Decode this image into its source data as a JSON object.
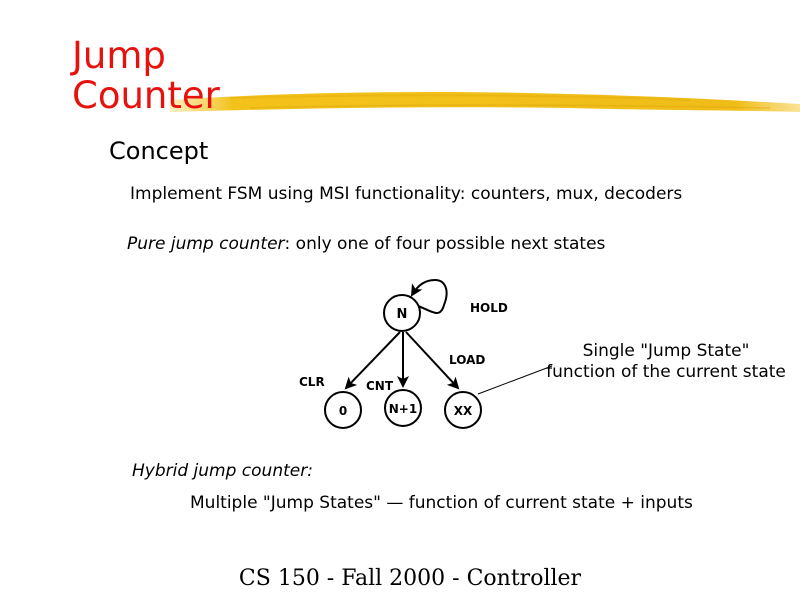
{
  "slide": {
    "title_line1": "Jump",
    "title_line2": "Counter",
    "heading": "Concept",
    "bullet1": "Implement FSM using MSI functionality: counters, mux, decoders",
    "bullet2_italic": "Pure jump counter",
    "bullet2_rest": ": only one of four possible next states",
    "hybrid_heading": "Hybrid jump counter:",
    "hybrid_detail": "Multiple \"Jump States\" — function of current state + inputs",
    "footer": "CS 150 - Fall 2000 - Controller",
    "colors": {
      "title": "#e8120c",
      "brush_stroke": "#f2c21a",
      "text": "#000000"
    }
  },
  "diagram": {
    "states": {
      "current": "N",
      "clear": "0",
      "count": "N+1",
      "load": "XX"
    },
    "transitions": {
      "hold": "HOLD",
      "clear": "CLR",
      "count": "CNT",
      "load": "LOAD"
    },
    "callout": "Single \"Jump State\" function of the current state"
  }
}
